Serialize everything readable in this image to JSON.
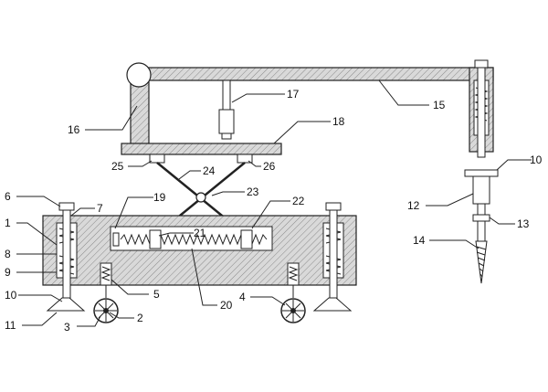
{
  "labels": {
    "l1": "1",
    "l2": "2",
    "l3": "3",
    "l4": "4",
    "l5": "5",
    "l6": "6",
    "l7": "7",
    "l8": "8",
    "l9": "9",
    "l10a": "10",
    "l10b": "10",
    "l11": "11",
    "l12": "12",
    "l13": "13",
    "l14": "14",
    "l15": "15",
    "l16": "16",
    "l17": "17",
    "l18": "18",
    "l19": "19",
    "l20": "20",
    "l21": "21",
    "l22": "22",
    "l23": "23",
    "l24": "24",
    "l25": "25",
    "l26": "26"
  }
}
